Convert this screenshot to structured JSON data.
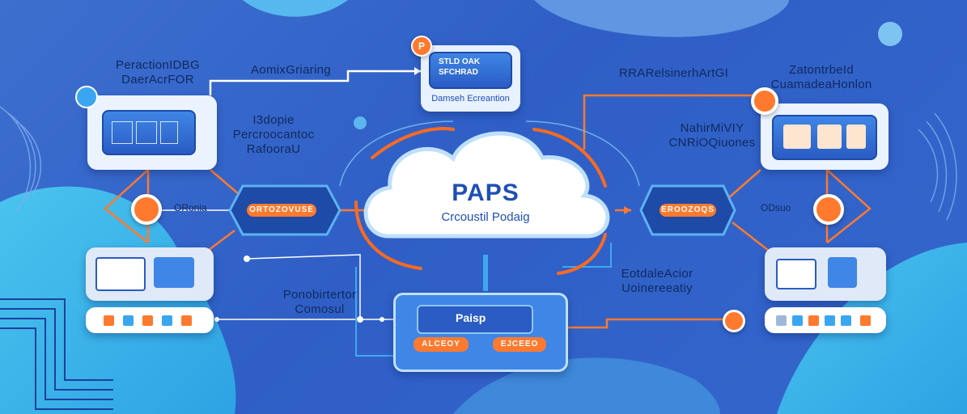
{
  "left_top_label": [
    "PeractionIDBG",
    "DaerAcrFOR"
  ],
  "left_mid_label": [
    "I3dopie",
    "Percroocantoc",
    "RafooraU"
  ],
  "top_center_label": "AomixGriaring",
  "top_box_lines": [
    "STLD OAK",
    "SFCHRAD"
  ],
  "top_box_footer": "Damseh Ecreantion",
  "right_top_center_label": "RRARelsinerhArtGI",
  "right_top_label": [
    "ZatontrbeId",
    "CuamadeaHonlon"
  ],
  "right_mid_label": [
    "NahirMiVIY",
    "CNRiOQiuones"
  ],
  "cloud_title": "PAPS",
  "cloud_subtitle": "Crcoustil Podaig",
  "left_pill_label": "ORTOZOVUSE",
  "right_pill_label": "EROOZOQS",
  "left_link_label": "ORonia",
  "right_link_label": "ODsuo",
  "bottom_center_label": [
    "Ponobirtertor",
    "Comosul"
  ],
  "bottom_right_label": [
    "EotdaleAcior",
    "Uoinereeatiy"
  ],
  "bottom_screen_text": "Paisp",
  "bottom_left_pill": "ALCEOY",
  "bottom_right_pill": "EJCEEO",
  "badge_letter": "P",
  "colors": {
    "accent": "#ff7a2e",
    "background": "#3466cc",
    "navy": "#0f2a5e"
  }
}
